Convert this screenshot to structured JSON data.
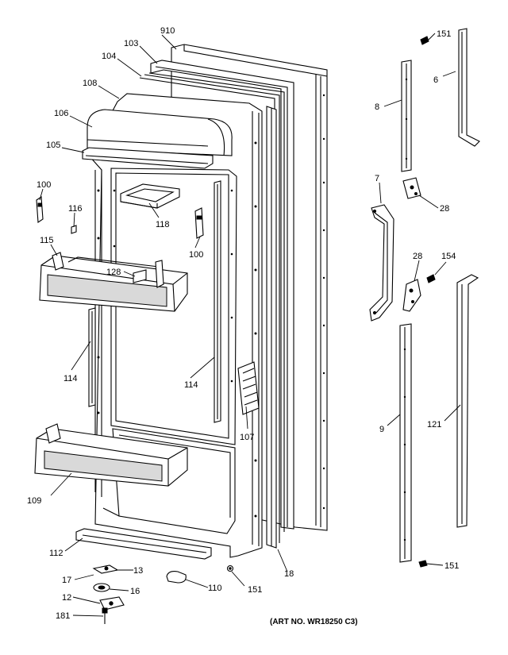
{
  "diagram": {
    "parts": [
      {
        "id": "p910",
        "label": "910"
      },
      {
        "id": "p103",
        "label": "103"
      },
      {
        "id": "p104",
        "label": "104"
      },
      {
        "id": "p108",
        "label": "108"
      },
      {
        "id": "p106",
        "label": "106"
      },
      {
        "id": "p105",
        "label": "105"
      },
      {
        "id": "p100a",
        "label": "100"
      },
      {
        "id": "p116",
        "label": "116"
      },
      {
        "id": "p118",
        "label": "118"
      },
      {
        "id": "p100b",
        "label": "100"
      },
      {
        "id": "p115",
        "label": "115"
      },
      {
        "id": "p128",
        "label": "128"
      },
      {
        "id": "p114a",
        "label": "114"
      },
      {
        "id": "p114b",
        "label": "114"
      },
      {
        "id": "p107",
        "label": "107"
      },
      {
        "id": "p109",
        "label": "109"
      },
      {
        "id": "p112",
        "label": "112"
      },
      {
        "id": "p13",
        "label": "13"
      },
      {
        "id": "p17",
        "label": "17"
      },
      {
        "id": "p16",
        "label": "16"
      },
      {
        "id": "p12",
        "label": "12"
      },
      {
        "id": "p181",
        "label": "181"
      },
      {
        "id": "p110",
        "label": "110"
      },
      {
        "id": "p151c",
        "label": "151"
      },
      {
        "id": "p18",
        "label": "18"
      },
      {
        "id": "p151a",
        "label": "151"
      },
      {
        "id": "p6",
        "label": "6"
      },
      {
        "id": "p8",
        "label": "8"
      },
      {
        "id": "p7",
        "label": "7"
      },
      {
        "id": "p28a",
        "label": "28"
      },
      {
        "id": "p28b",
        "label": "28"
      },
      {
        "id": "p154",
        "label": "154"
      },
      {
        "id": "p9",
        "label": "9"
      },
      {
        "id": "p121",
        "label": "121"
      },
      {
        "id": "p151b",
        "label": "151"
      }
    ],
    "art_number": "(ART NO. WR18250 C3)"
  }
}
